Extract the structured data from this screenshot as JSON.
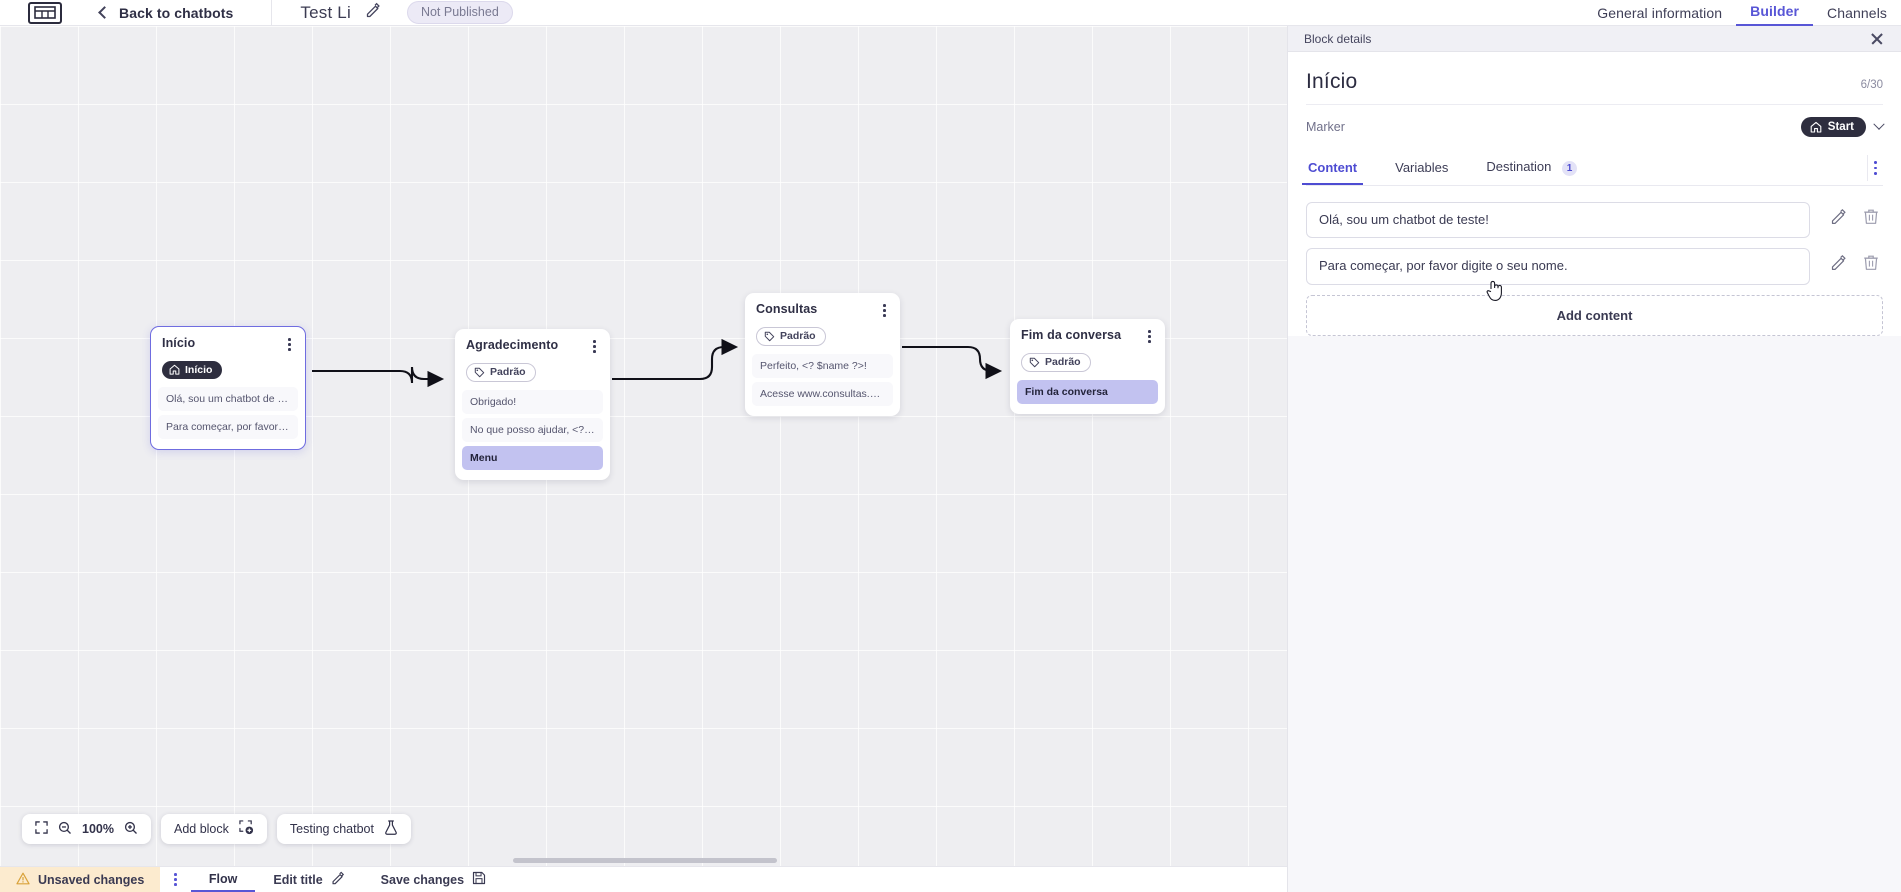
{
  "topbar": {
    "logo_icon": "chatbot-logo-icon",
    "back_label": "Back to chatbots",
    "back_icon": "chevron-left-icon",
    "bot_title": "Test Li",
    "edit_icon": "pencil-icon",
    "status_badge": "Not Published",
    "tabs": [
      {
        "label": "General information",
        "active": false
      },
      {
        "label": "Builder",
        "active": true
      },
      {
        "label": "Channels",
        "active": false
      }
    ]
  },
  "canvas": {
    "zoom_level": "100%",
    "fit_icon": "fit-screen-icon",
    "zoom_out_icon": "zoom-out-icon",
    "zoom_in_icon": "zoom-in-icon",
    "add_block_label": "Add block",
    "add_block_icon": "add-block-icon",
    "testing_label": "Testing chatbot",
    "testing_icon": "flask-icon",
    "nodes": [
      {
        "id": "inicio",
        "title": "Início",
        "selected": true,
        "tag": {
          "label": "Início",
          "type": "start",
          "icon": "home-icon"
        },
        "rows": [
          {
            "text": "Olá, sou um chatbot de teste!",
            "accent": false
          },
          {
            "text": "Para começar, por favor digite o ...",
            "accent": false
          }
        ]
      },
      {
        "id": "agradecimento",
        "title": "Agradecimento",
        "selected": false,
        "tag": {
          "label": "Padrão",
          "type": "default",
          "icon": "tag-icon"
        },
        "rows": [
          {
            "text": "Obrigado!",
            "accent": false
          },
          {
            "text": "No que posso ajudar, <? $name ...",
            "accent": false
          },
          {
            "text": "Menu",
            "accent": true
          }
        ]
      },
      {
        "id": "consultas",
        "title": "Consultas",
        "selected": false,
        "tag": {
          "label": "Padrão",
          "type": "default",
          "icon": "tag-icon"
        },
        "rows": [
          {
            "text": "Perfeito, <? $name ?>!",
            "accent": false
          },
          {
            "text": "Acesse www.consultas.com par...",
            "accent": false
          }
        ]
      },
      {
        "id": "fim",
        "title": "Fim da conversa",
        "selected": false,
        "tag": {
          "label": "Padrão",
          "type": "default",
          "icon": "tag-icon"
        },
        "rows": [
          {
            "text": "Fim da conversa",
            "accent": true
          }
        ]
      }
    ]
  },
  "bottombar": {
    "unsaved_label": "Unsaved changes",
    "unsaved_icon": "warning-icon",
    "kebab_icon": "kebab-menu-icon",
    "flow_label": "Flow",
    "edit_title_label": "Edit title",
    "edit_title_icon": "pencil-icon",
    "save_label": "Save changes",
    "save_icon": "save-disk-icon"
  },
  "panel": {
    "header_title": "Block details",
    "close_icon": "close-icon",
    "block_name": "Início",
    "char_count": "6/30",
    "marker_label": "Marker",
    "marker_value": "Start",
    "marker_icon": "home-icon",
    "marker_chevron_icon": "chevron-down-icon",
    "tabs": [
      {
        "label": "Content",
        "active": true,
        "badge": null
      },
      {
        "label": "Variables",
        "active": false,
        "badge": null
      },
      {
        "label": "Destination",
        "active": false,
        "badge": "1"
      }
    ],
    "tabs_kebab_icon": "kebab-menu-icon",
    "content_items": [
      {
        "text": "Olá, sou um chatbot de teste!",
        "edit_icon": "pencil-icon",
        "delete_icon": "trash-icon"
      },
      {
        "text": "Para começar, por favor digite o seu nome.",
        "edit_icon": "pencil-icon",
        "delete_icon": "trash-icon"
      }
    ],
    "add_content_label": "Add content"
  },
  "colors": {
    "accent": "#5856d6",
    "node_accent_row": "#c2c2f0",
    "warning_bg": "#fcebcf",
    "dark_badge": "#2e2e3f"
  }
}
